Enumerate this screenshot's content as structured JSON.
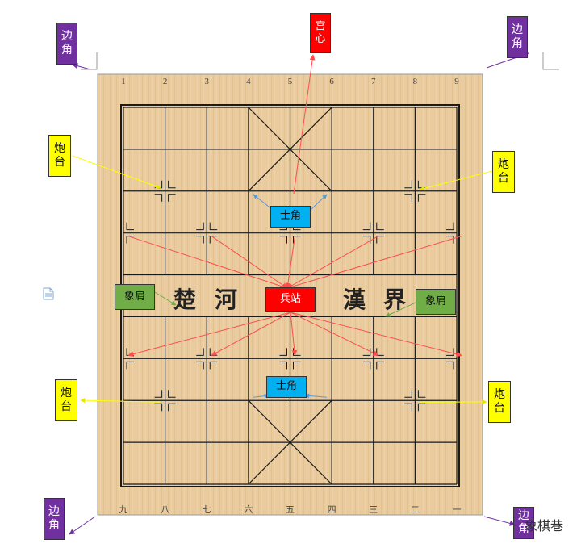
{
  "labels": {
    "corner_tl": [
      "边",
      "角"
    ],
    "corner_tr": [
      "边",
      "角"
    ],
    "corner_bl": [
      "边",
      "角"
    ],
    "corner_br": [
      "边",
      "角"
    ],
    "palace_center": [
      "宫",
      "心"
    ],
    "pao_tl": [
      "炮",
      "台"
    ],
    "pao_tr": [
      "炮",
      "台"
    ],
    "pao_bl": [
      "炮",
      "台"
    ],
    "pao_br": [
      "炮",
      "台"
    ],
    "shi_top": "士角",
    "shi_bottom": "士角",
    "xiang_left": "象肩",
    "xiang_right": "象肩",
    "bing_center": "兵站"
  },
  "river": {
    "left": [
      "楚",
      "河"
    ],
    "right": [
      "漢",
      "界"
    ]
  },
  "top_numbers": [
    "1",
    "2",
    "3",
    "4",
    "5",
    "6",
    "7",
    "8",
    "9"
  ],
  "bottom_numbers": [
    "九",
    "八",
    "七",
    "六",
    "五",
    "四",
    "三",
    "二",
    "一"
  ],
  "watermark": "象棋巷",
  "colors": {
    "board": "#e8c89a",
    "line": "#1a1a1a",
    "arrow_red": "#ff4d4d",
    "arrow_yellow": "#ffff00",
    "arrow_blue": "#5b9bd5",
    "arrow_green": "#70ad47",
    "arrow_purple": "#7030a0"
  },
  "icons": [
    "document-icon"
  ]
}
